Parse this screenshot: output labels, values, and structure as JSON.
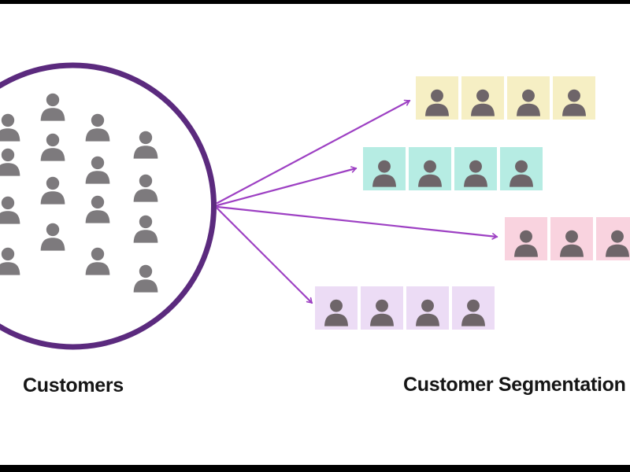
{
  "colors": {
    "circle_stroke": "#5b2a7e",
    "arrow": "#9d40c3",
    "person_circle": "#7d7a7d",
    "person_tile": "#6e6569",
    "label": "#161616",
    "letterbox": "#000000",
    "background": "#ffffff"
  },
  "diagram": {
    "source_label": "Customers",
    "result_label": "Customer Segmentation",
    "source_group": {
      "name": "customers-circle",
      "person_count": 16
    },
    "segments": [
      {
        "id": "yellow",
        "color": "#f6efc4",
        "person_count": 4,
        "clipped_at_right_edge": false
      },
      {
        "id": "teal",
        "color": "#b6ece3",
        "person_count": 4,
        "clipped_at_right_edge": false
      },
      {
        "id": "pink",
        "color": "#f9d3df",
        "person_count": 3,
        "clipped_at_right_edge": true
      },
      {
        "id": "lavender",
        "color": "#ecdcf5",
        "person_count": 4,
        "clipped_at_right_edge": false
      }
    ],
    "arrow_count": 4
  }
}
